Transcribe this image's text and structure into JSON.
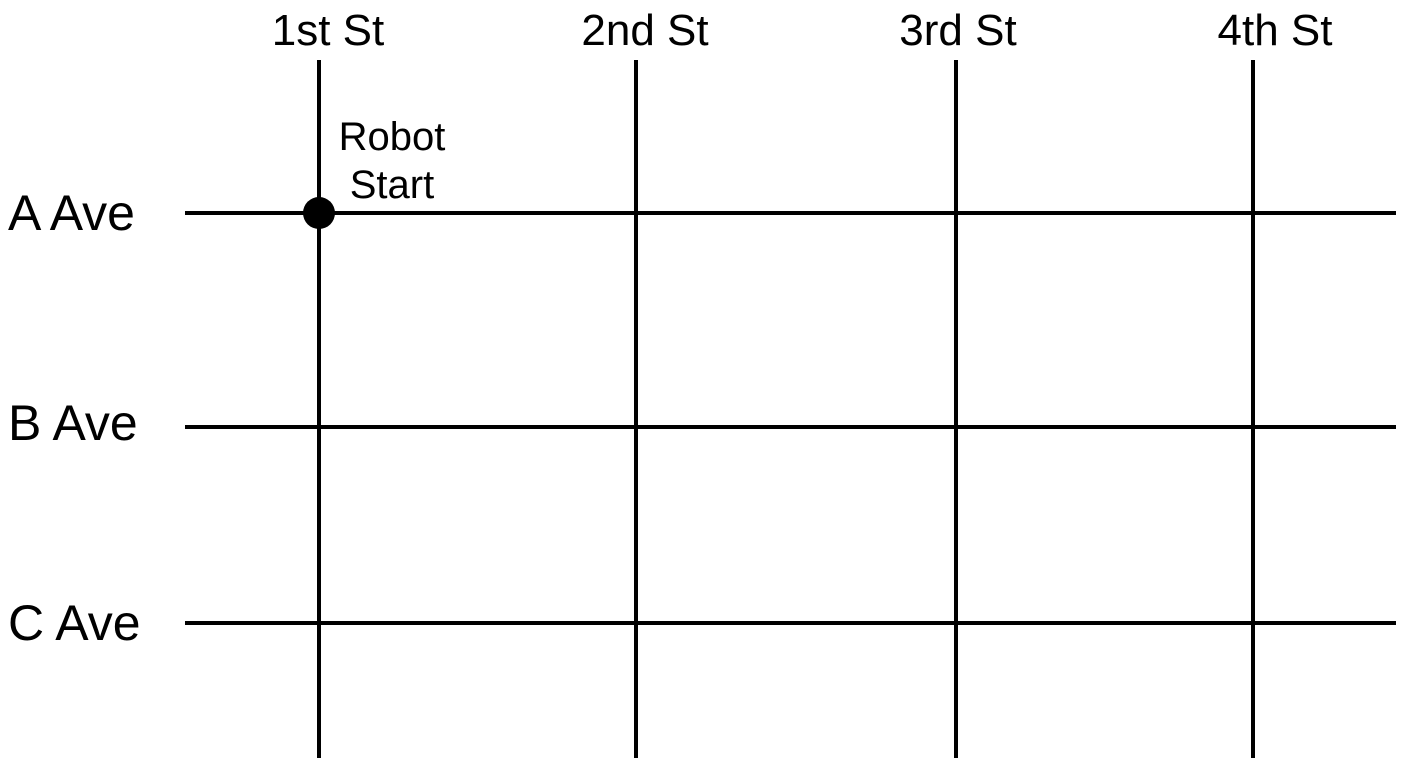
{
  "streets": [
    {
      "label": "1st St"
    },
    {
      "label": "2nd St"
    },
    {
      "label": "3rd St"
    },
    {
      "label": "4th St"
    }
  ],
  "avenues": [
    {
      "label": "A Ave"
    },
    {
      "label": "B Ave"
    },
    {
      "label": "C Ave"
    }
  ],
  "robot": {
    "label_line1": "Robot",
    "label_line2": "Start",
    "street_index": 0,
    "avenue_index": 0
  },
  "colors": {
    "line": "#000000",
    "background": "#ffffff"
  }
}
